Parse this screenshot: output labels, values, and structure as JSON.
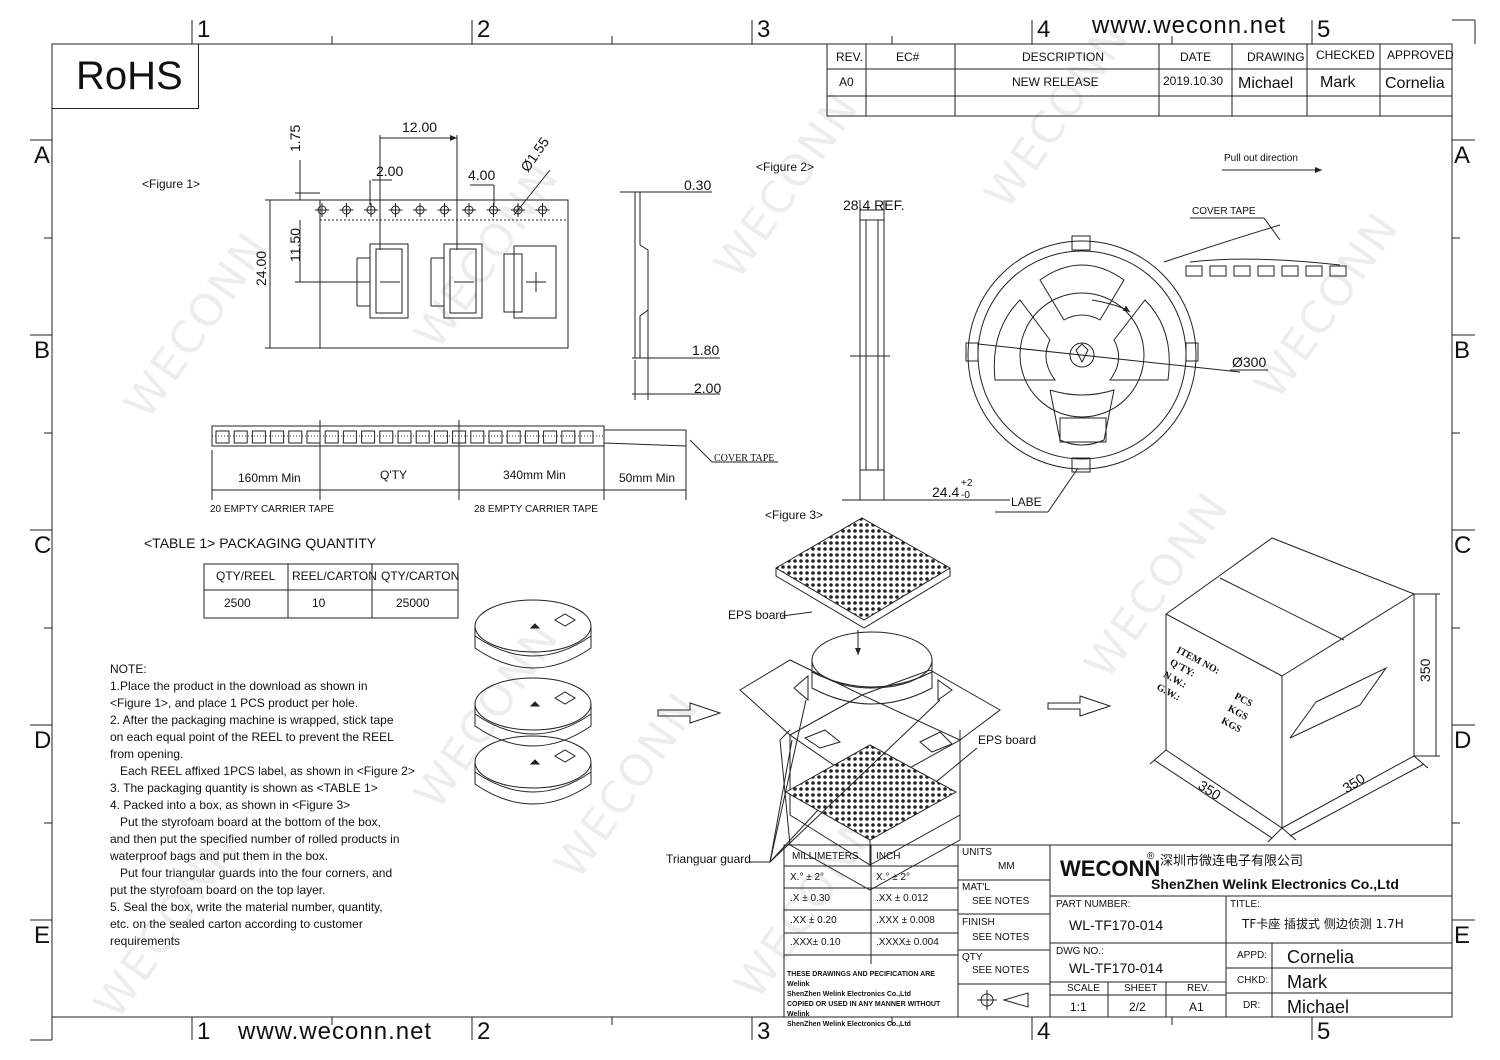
{
  "website_top": "www.weconn.net",
  "website_bottom": "www.weconn.net",
  "rohs": "RoHS",
  "grid": {
    "cols": [
      "1",
      "2",
      "3",
      "4",
      "5"
    ],
    "rows": [
      "A",
      "B",
      "C",
      "D",
      "E"
    ]
  },
  "revision": {
    "headers": [
      "REV.",
      "EC#",
      "DESCRIPTION",
      "DATE",
      "DRAWING",
      "CHECKED",
      "APPROVED"
    ],
    "row": [
      "A0",
      "",
      "NEW RELEASE",
      "2019.10.30",
      "Michael",
      "Mark",
      "Cornelia"
    ]
  },
  "figure1": {
    "label": "<Figure 1>",
    "dims": {
      "pitch": "12.00",
      "hole_offset": "2.00",
      "hole_pitch": "4.00",
      "hole_dia": "Ø1.55",
      "top": "1.75",
      "center": "11.50",
      "width": "24.00",
      "thick": "0.30",
      "depth1": "1.80",
      "depth2": "2.00"
    }
  },
  "tape": {
    "empty1": "160mm  Min",
    "qty": "Q'TY",
    "empty2": "340mm Min",
    "lead": "50mm Min",
    "cover": "COVER TAPE",
    "empty_a": "20 EMPTY CARRIER TAPE",
    "empty_b": "28 EMPTY CARRIER TAPE"
  },
  "figure2": {
    "label": "<Figure 2>",
    "ref": "28.4 REF.",
    "pull": "Pull out direction",
    "cover": "COVER TAPE",
    "dia": "Ø300",
    "width": "24.4",
    "tol_plus": "+2",
    "tol_minus": "-0",
    "labe": "LABE"
  },
  "figure3": {
    "label": "<Figure 3>",
    "eps1": "EPS board",
    "eps2": "EPS board",
    "guard": "Trianguar guard",
    "box_w": "350",
    "box_d": "350",
    "box_h": "350",
    "box_labels": [
      "ITEM NO:",
      "Q'TY:",
      "N.W.:",
      "G.W.:"
    ],
    "box_units": [
      "PCS",
      "KGS",
      "KGS"
    ]
  },
  "table1": {
    "title": "<TABLE 1> PACKAGING QUANTITY",
    "headers": [
      "QTY/REEL",
      "REEL/CARTON",
      "QTY/CARTON"
    ],
    "row": [
      "2500",
      "10",
      "25000"
    ]
  },
  "notes": [
    "NOTE:",
    "1.Place the product in the download as shown in",
    "<Figure 1>, and place 1 PCS product per hole.",
    "2. After the packaging machine is wrapped, stick tape",
    "on each equal point of the REEL to prevent the REEL",
    "from opening.",
    "   Each REEL affixed 1PCS label, as shown in <Figure 2>",
    "3. The packaging quantity is shown as <TABLE 1>",
    "4. Packed into a box, as shown in <Figure 3>",
    "   Put the styrofoam board at the bottom of the box,",
    "and then put the specified number of rolled products in",
    "waterproof bags and put them in the box.",
    "   Put four triangular guards into the four corners, and",
    "put the styrofoam board on the top layer.",
    "5. Seal the box, write the material number, quantity,",
    "etc. on the sealed carton according to customer",
    "requirements"
  ],
  "titleblock": {
    "mm": "MILLIMETERS",
    "inch": "INCH",
    "tol_mm": [
      "X.°  ±  2°",
      ".X    ± 0.30",
      ".XX  ± 0.20",
      ".XXX± 0.10"
    ],
    "tol_in": [
      "X.°  ±  2°",
      ".XX   ± 0.012",
      ".XXX  ± 0.008",
      ".XXXX± 0.004"
    ],
    "units_label": "UNITS",
    "units": "MM",
    "mat_label": "MAT'L",
    "mat": "SEE NOTES",
    "finish_label": "FINISH",
    "finish": "SEE NOTES",
    "qty_label": "QTY",
    "qty": "SEE NOTES",
    "legal": [
      "THESE DRAWINGS AND PECIFICATION  ARE Welink",
      "ShenZhen Welink Electronics Co.,Ltd",
      "COPIED OR USED IN ANY MANNER WITHOUT Welink",
      "ShenZhen Welink Electronics Co.,Ltd"
    ],
    "company_logo": "WECONN",
    "reg": "®",
    "company_cn": "深圳市微连电子有限公司",
    "company_en": "ShenZhen Welink Electronics Co.,Ltd",
    "part_label": "PART NUMBER:",
    "part": "WL-TF170-014",
    "title_label": "TITLE:",
    "title": "TF卡座 插拔式 侧边侦测 1.7H",
    "dwg_label": "DWG NO.:",
    "dwg": "WL-TF170-014",
    "scale_label": "SCALE",
    "scale": "1:1",
    "sheet_label": "SHEET",
    "sheet": "2/2",
    "rev_label": "REV.",
    "rev": "A1",
    "appd_label": "APPD:",
    "appd": "Cornelia",
    "chkd_label": "CHKD:",
    "chkd": "Mark",
    "dr_label": "DR:",
    "dr": "Michael"
  }
}
